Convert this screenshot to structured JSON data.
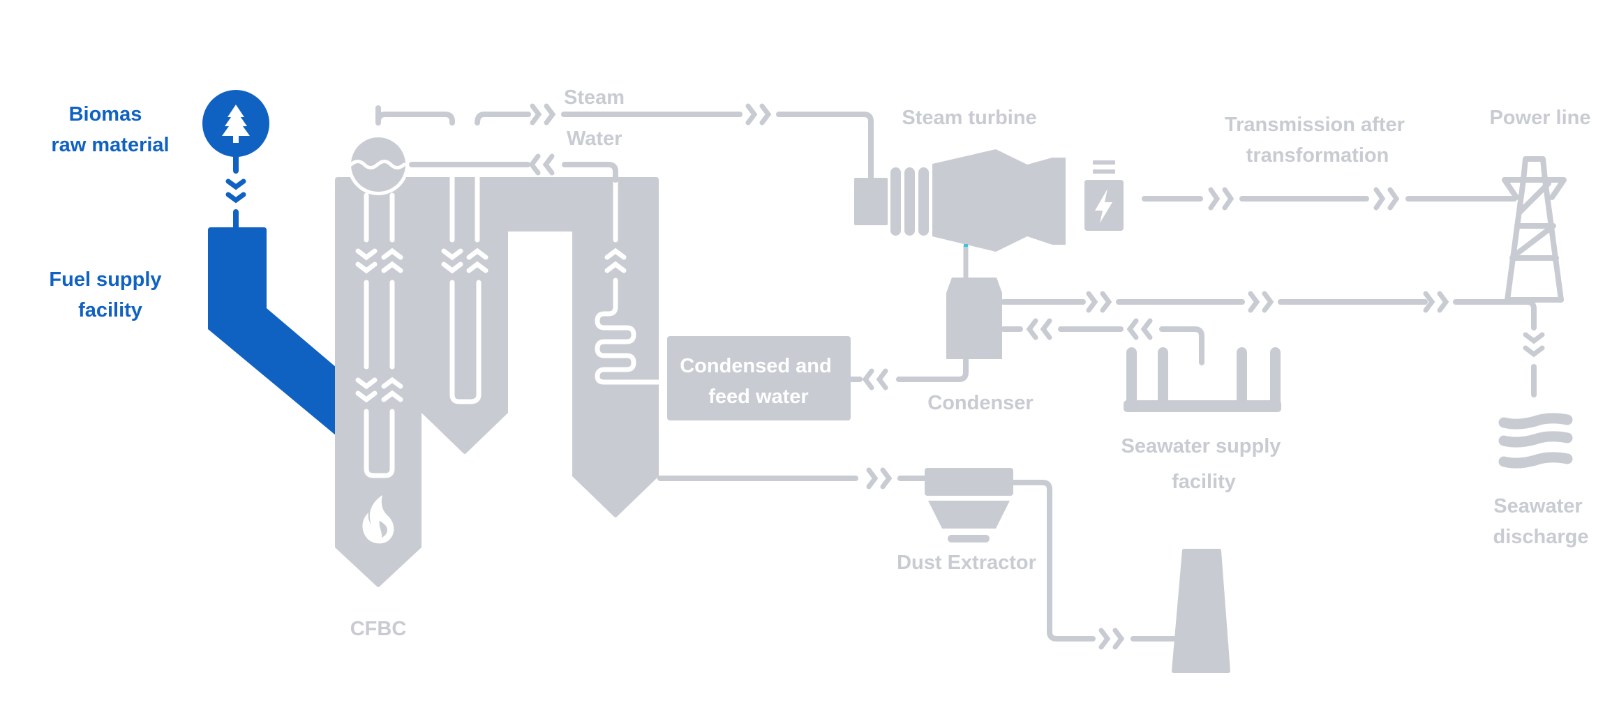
{
  "title": "Biomass power generation process (CFBC)",
  "colors": {
    "active": "#1062C2",
    "inactive": "#C8CBD2",
    "background": "#FFFFFF",
    "text_on_box": "#FFFFFF"
  },
  "labels": {
    "biomass_raw": [
      "Biomas",
      "raw material"
    ],
    "fuel_supply": [
      "Fuel supply",
      "facility"
    ],
    "cfbc": "CFBC",
    "steam": "Steam",
    "water": "Water",
    "steam_turbine": "Steam turbine",
    "transmission": [
      "Transmission after",
      "transformation"
    ],
    "power_line": "Power line",
    "condensed_feed_water": [
      "Condensed and",
      "feed water"
    ],
    "condenser": "Condenser",
    "seawater_supply": [
      "Seawater supply",
      "facility"
    ],
    "seawater_discharge": [
      "Seawater",
      "discharge"
    ],
    "dust_extractor": "Dust Extractor"
  },
  "icons": {
    "biomass": "tree-icon",
    "boiler_fire": "flame-icon",
    "drum": "water-drum-icon",
    "generator": "lightning-battery-icon",
    "tower": "power-tower-icon",
    "sea": "waves-icon",
    "chimney": "chimney-icon"
  },
  "flow_state": {
    "active_stage": "Fuel supply facility",
    "active_nodes": [
      "Biomas raw material",
      "Fuel supply facility"
    ]
  }
}
